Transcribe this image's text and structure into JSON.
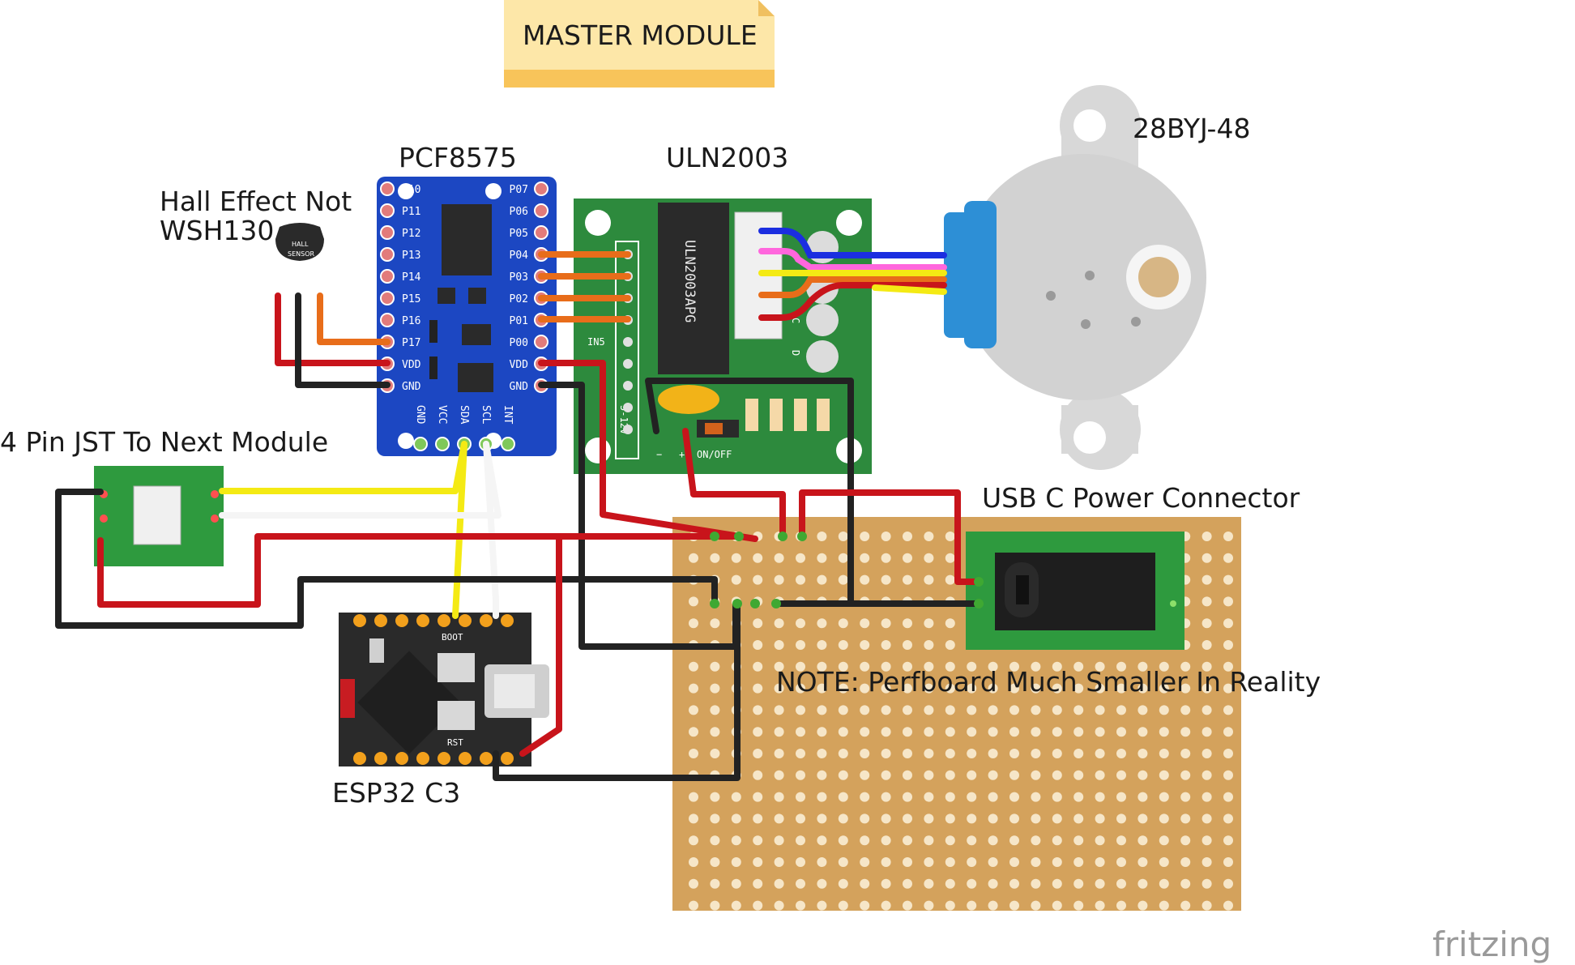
{
  "title_note": "MASTER MODULE",
  "labels": {
    "pcf": "PCF8575",
    "uln": "ULN2003",
    "motor": "28BYJ-48",
    "hall_line1": "Hall Effect Not",
    "hall_line2": "WSH130",
    "jst": "4 Pin JST To Next Module",
    "usb": "USB C Power Connector",
    "note": "NOTE: Perfboard Much Smaller In Reality",
    "esp": "ESP32 C3",
    "watermark": "fritzing"
  },
  "pcf_pins_left": [
    "P10",
    "P11",
    "P12",
    "P13",
    "P14",
    "P15",
    "P16",
    "P17",
    "VDD",
    "GND"
  ],
  "pcf_pins_right": [
    "P07",
    "P06",
    "P05",
    "P04",
    "P03",
    "P02",
    "P01",
    "P00",
    "VDD",
    "GND"
  ],
  "pcf_pins_bottom": [
    "GND",
    "VCC",
    "SDA",
    "SCL",
    "INT"
  ],
  "uln_chip": "ULN2003APG",
  "uln_marks": {
    "in5": "IN5",
    "volt": "5-12V",
    "onoff": "ON/OFF",
    "minus": "−",
    "plus": "+",
    "c": "C",
    "d": "D"
  },
  "hall_chip": {
    "l1": "HALL",
    "l2": "SENSOR"
  },
  "esp_marks": {
    "boot": "BOOT",
    "rst": "RST"
  },
  "colors": {
    "red": "#c8141b",
    "black": "#222222",
    "yellow": "#f4ea14",
    "white": "#f5f5f5",
    "orange": "#e86d1a",
    "blue": "#1b2ee0",
    "pink": "#ff66dd",
    "perfboard": "#d4a25c",
    "pcf_board": "#1c47c2",
    "uln_board": "#2d8a3d",
    "jst_board": "#2e9a3e",
    "esp_board": "#2a2a2a"
  }
}
